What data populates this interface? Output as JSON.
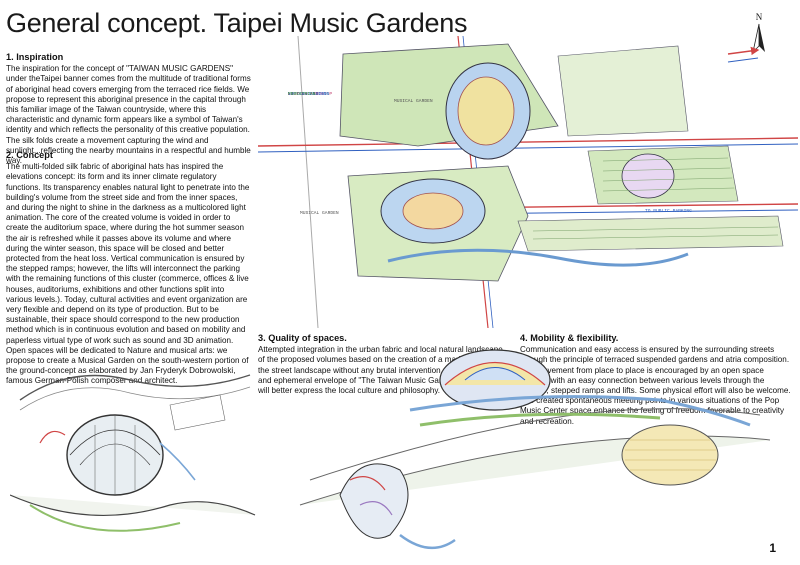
{
  "title": "General concept. Taipei Music Gardens",
  "page_number": "1",
  "north_label": "N",
  "sections": {
    "inspiration": {
      "heading": "1. Inspiration",
      "body": "The inspiration for the concept of \"TAIWAN MUSIC GARDENS\" under theTaipei banner comes from the multitude of traditional forms of aboriginal head covers emerging from the terraced rice fields. We propose to represent this aboriginal presence in the capital through this familiar image of the Taiwan countryside, where this characteristic and dynamic form appears like a symbol of Taiwan's identity and which reflects the personality of this creative population. The silk folds create a movement capturing the wind and sunlight...reflecting the nearby mountains in a respectful and humble way."
    },
    "concept": {
      "heading": "2. Concept",
      "body": "The multi-folded silk fabric of aboriginal hats has inspired the elevations concept: its form and its inner climate regulatory functions. Its transparency enables natural light to penetrate into the building's volume from the street side and from the inner spaces, and during the night to shine in the darkness as a multicolored light animation. The core of the created volume is voided in order to create the auditorium space, where during the hot summer season the air is refreshed while it passes above its volume and where during the winter season, this space will be closed and better protected from the heat loss. Vertical communication is ensured by the stepped ramps; however, the lifts will interconnect the parking with the remaining functions of this cluster (commerce, offices & live houses, auditoriums, exhibitions and other functions split into various levels.). Today, cultural activities and event organization are very flexible and depend on its type of production. But to be sustainable, their space should correspond to the new production method which is in continuous evolution and based on mobility and paperless virtual type of work such as sound and 3D animation. Open spaces will be dedicated to Nature and musical arts: we propose to create a Musical Garden on the south-western portion of the ground-concept as elaborated by Jan Fryderyk Dobrowolski, famous German-Polish composer and architect."
    },
    "quality": {
      "heading": "3. Quality of spaces.",
      "body": "Attempted integration in the urban fabric and local natural landscape of the proposed volumes based on the creation of a marking point in the street landscape without any brutal intervention. The transparency and ephemeral envelope of \"The Taiwan Music Gardens,\" we hope, will better express the local culture and philosophy."
    },
    "mobility": {
      "heading": "4. Mobility & flexibility.",
      "body": "Communication and easy access is ensured by the surrounding streets through the principle of terraced suspended gardens and atria composition. The movement from place to place is encouraged by an open space concept with an easy connection between various levels through the bridges, stepped ramps and lifts. Some physical effort will also be welcome. The created spontaneous meeting points in various situations of the Pop Music Center space enhance the feeling of freedom favorable to creativity and recreation."
    }
  },
  "plan": {
    "labels": {
      "musical_garden_top": "MUSICAL GARDEN",
      "musical_garden_bottom": "MUSICAL GARDEN",
      "parking": "TO PUBLIC PARKING"
    },
    "legend": [
      {
        "text": "BICYCLE ROUTE",
        "color": "#d04040"
      },
      {
        "text": "BICYCLE BUS STOP",
        "color": "#c04070"
      },
      {
        "text": "VH CIRCULATION",
        "color": "#3060c0"
      },
      {
        "text": "SUP CIRCULATION",
        "color": "#3090d0"
      },
      {
        "text": "LIFT LOCATION",
        "color": "#6040a0"
      },
      {
        "text": "PEDESTRIAN",
        "color": "#40a040"
      }
    ]
  },
  "colors": {
    "ink": "#333333",
    "green": "#8fbf6a",
    "blue": "#7aa6d6",
    "red": "#d04545",
    "yellow": "#e8c85a",
    "purple": "#9a78c0"
  }
}
